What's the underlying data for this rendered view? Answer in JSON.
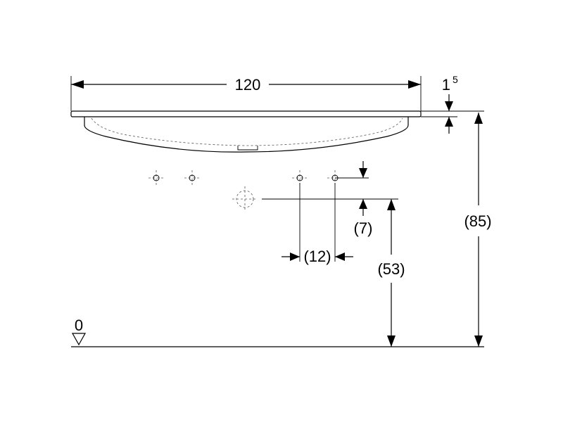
{
  "dimensions": {
    "width": "120",
    "rim_thickness": "1",
    "rim_thickness_sup": "5",
    "total_height": "(85)",
    "drain_height": "(53)",
    "tap_spacing": "(12)",
    "tap_offset": "(7)",
    "floor_level": "0"
  },
  "icons": {
    "floor_marker": "triangle-down-icon",
    "fixing_point": "crosshair-icon",
    "drain_point": "dashed-circle-crosshair-icon"
  }
}
